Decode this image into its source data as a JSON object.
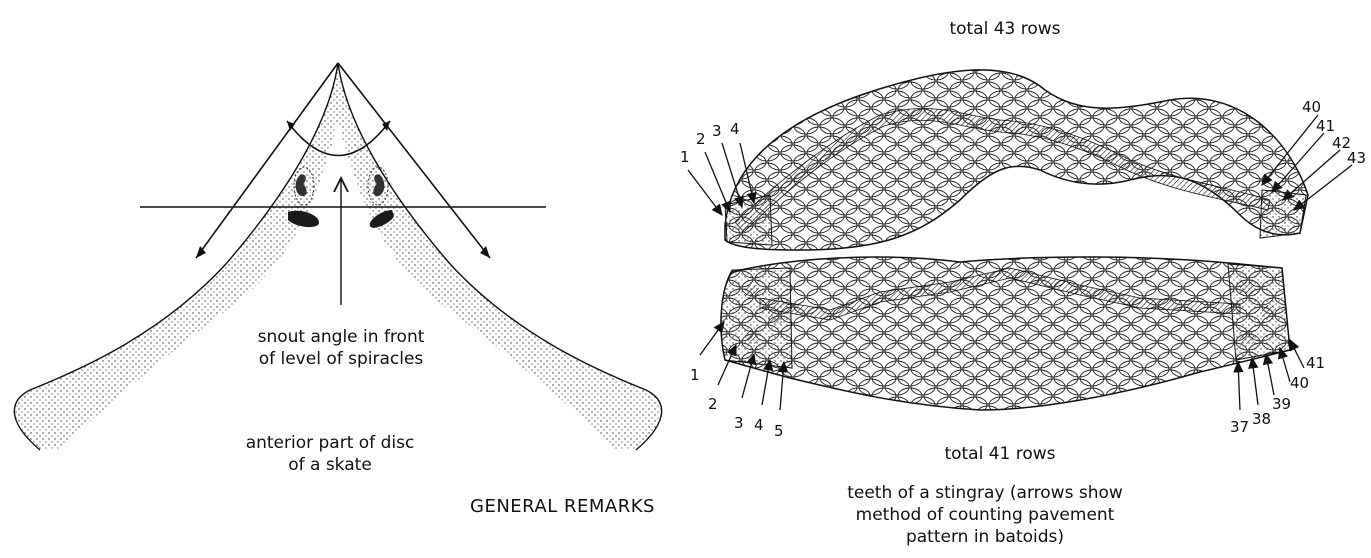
{
  "skate": {
    "snout_label_line1": "snout angle in front",
    "snout_label_line2": "of level of spiracles",
    "caption_line1": "anterior part of disc",
    "caption_line2": "of a skate"
  },
  "upper_jaw": {
    "total_label": "total 43 rows",
    "left_numbers": [
      "1",
      "2",
      "3",
      "4"
    ],
    "right_numbers": [
      "40",
      "41",
      "42",
      "43"
    ]
  },
  "lower_jaw": {
    "total_label": "total 41 rows",
    "left_numbers": [
      "1",
      "2",
      "3",
      "4",
      "5"
    ],
    "right_numbers": [
      "37",
      "38",
      "39",
      "40",
      "41"
    ]
  },
  "stingray_caption": {
    "line1": "teeth of a stingray (arrows show",
    "line2": "method of counting pavement",
    "line3": "pattern in batoids)"
  },
  "section_heading": "GENERAL REMARKS"
}
